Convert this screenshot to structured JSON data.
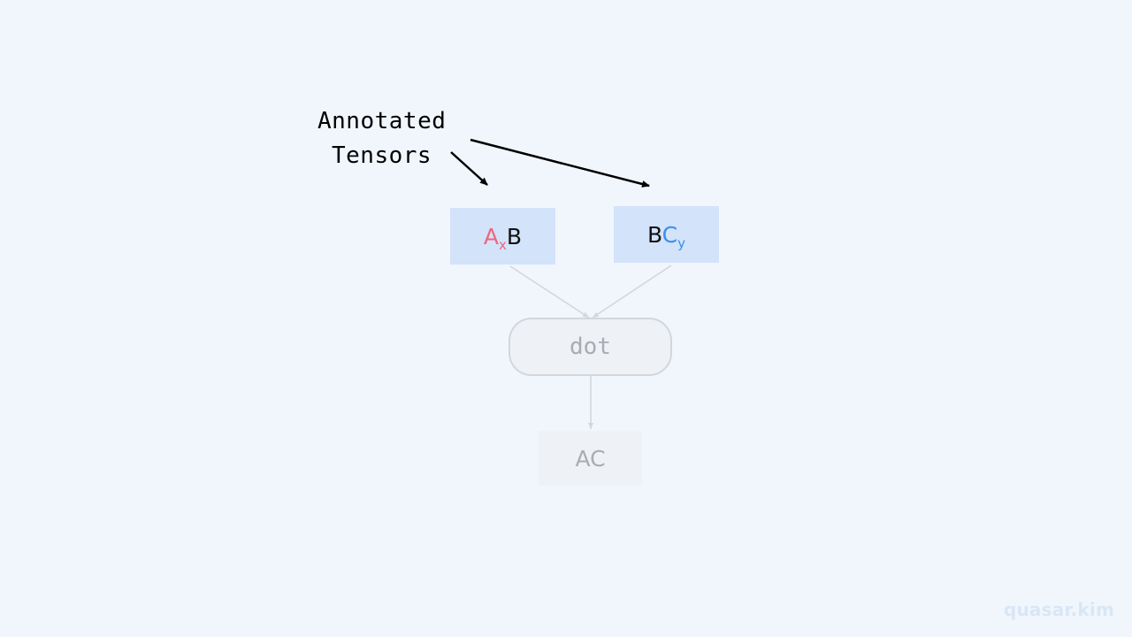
{
  "annotation": {
    "line1": "Annotated",
    "line2": "Tensors"
  },
  "tensors": {
    "left": {
      "main": "A",
      "sub": "x",
      "tail": "B"
    },
    "right": {
      "head": "B",
      "main": "C",
      "sub": "y"
    }
  },
  "operation": {
    "label": "dot"
  },
  "result": {
    "label": "AC"
  },
  "watermark": "quasar.kim",
  "colors": {
    "background": "#f1f6fc",
    "tensor_fill": "#d2e3fa",
    "index_x": "#f0677d",
    "index_y": "#3b8fe6",
    "faded": "#a9adb2"
  }
}
